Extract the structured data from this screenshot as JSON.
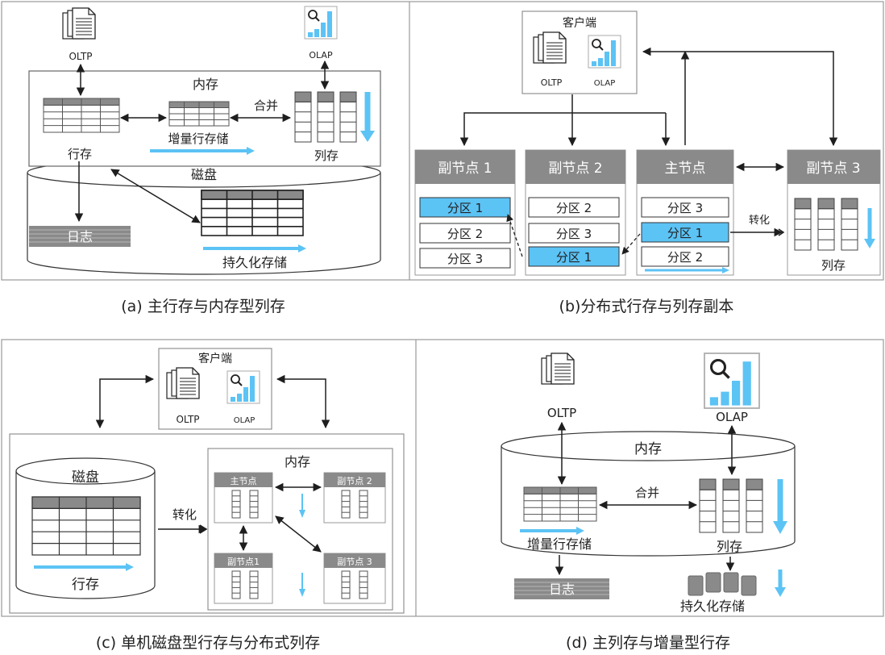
{
  "colors": {
    "blue": "#5cc3f5",
    "gray": "#8a8a8a",
    "dark": "#1e1e1e"
  },
  "a": {
    "caption": "(a)  主行存与内存型列存",
    "oltp": "OLTP",
    "olap": "OLAP",
    "memory": "内存",
    "merge": "合并",
    "row_store": "行存",
    "delta_store": "增量行存储",
    "col_store": "列存",
    "disk": "磁盘",
    "log": "日志",
    "persist": "持久化存储"
  },
  "b": {
    "caption": "(b)分布式行存与列存副本",
    "client": "客户端",
    "oltp": "OLTP",
    "olap": "OLAP",
    "replica1": "副节点 1",
    "replica2": "副节点 2",
    "master": "主节点",
    "replica3": "副节点 3",
    "r1_parts": [
      "分区 1",
      "分区 2",
      "分区 3"
    ],
    "r2_parts": [
      "分区 2",
      "分区 3",
      "分区 1"
    ],
    "m_parts": [
      "分区 3",
      "分区 1",
      "分区 2"
    ],
    "convert": "转化",
    "col_store": "列存"
  },
  "c": {
    "caption": "(c)  单机磁盘型行存与分布式列存",
    "client": "客户端",
    "oltp": "OLTP",
    "olap": "OLAP",
    "disk": "磁盘",
    "row_store": "行存",
    "convert": "转化",
    "memory": "内存",
    "master": "主节点",
    "replica2": "副节点 2",
    "replica1": "副节点1",
    "replica3": "副节点 3"
  },
  "d": {
    "caption": "(d)  主列存与增量型行存",
    "oltp": "OLTP",
    "olap": "OLAP",
    "memory": "内存",
    "merge": "合并",
    "delta_store": "增量行存储",
    "col_store": "列存",
    "log": "日志",
    "persist": "持久化存储"
  }
}
